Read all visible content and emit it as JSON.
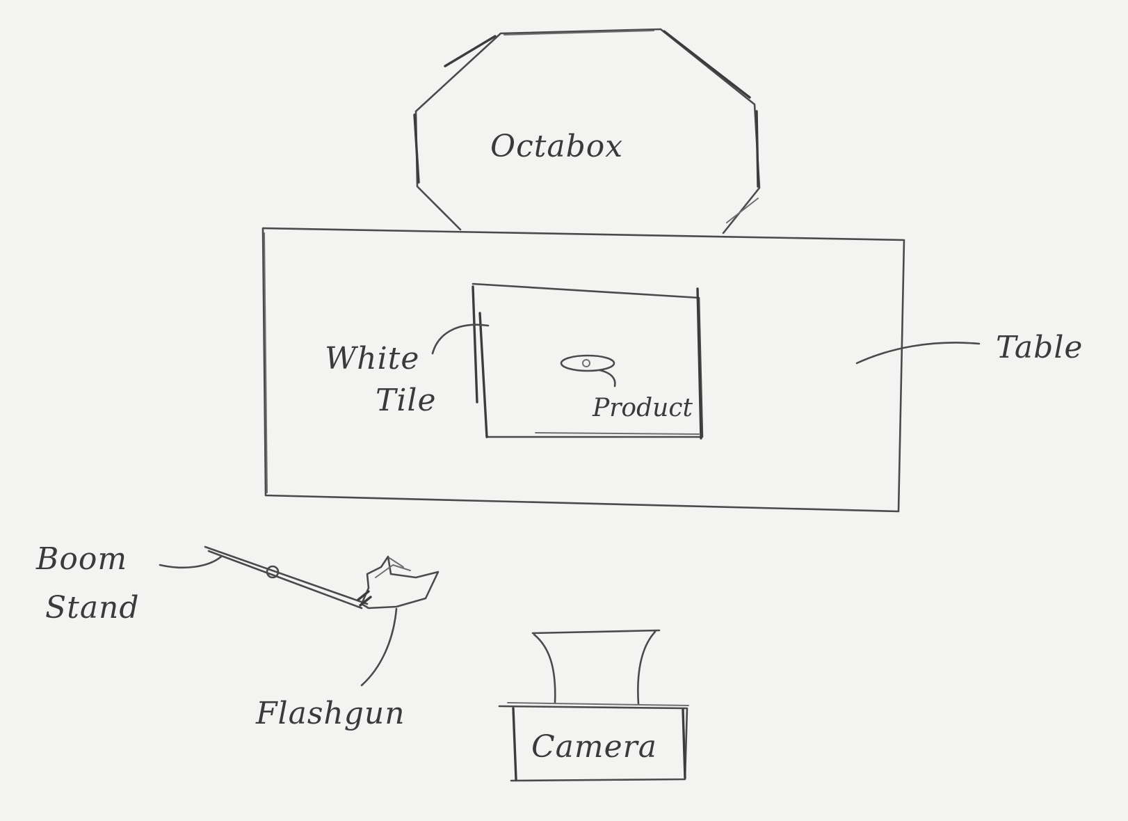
{
  "labels": {
    "octabox": "Octabox",
    "white_tile_line1": "White",
    "white_tile_line2": "Tile",
    "product": "Product",
    "table": "Table",
    "boom_stand_line1": "Boom",
    "boom_stand_line2": "Stand",
    "flashgun": "Flashgun",
    "camera": "Camera"
  },
  "colors": {
    "paper": "#f3f3f1",
    "pencil": "#4a4a4a"
  }
}
